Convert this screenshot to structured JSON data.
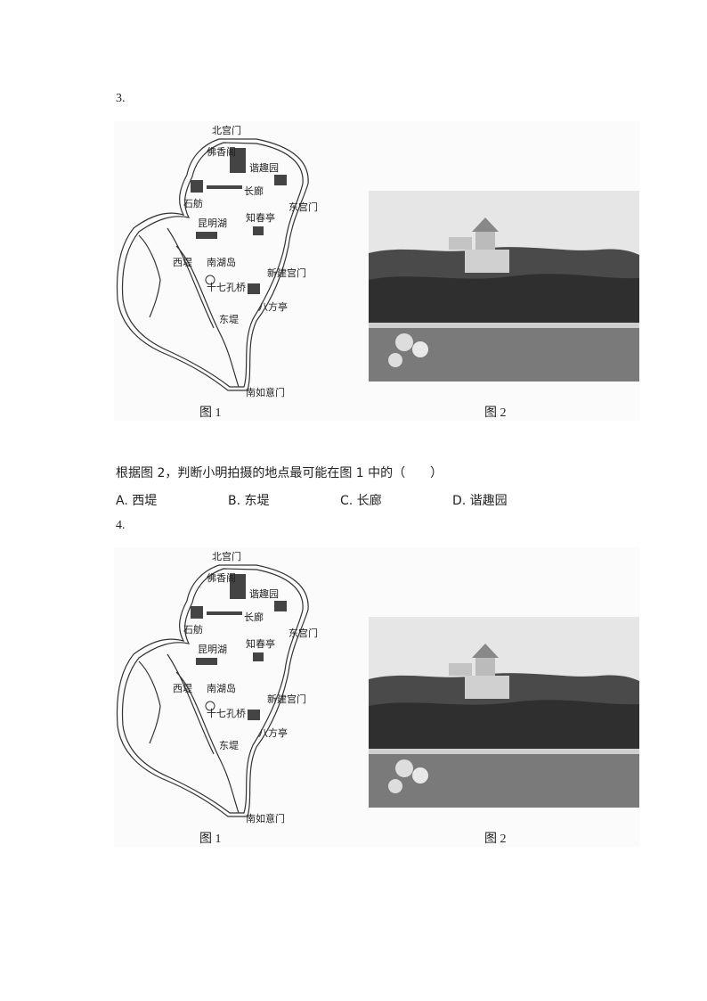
{
  "q3": {
    "number": "3.",
    "fig1_caption": "图 1",
    "fig2_caption": "图 2",
    "stem": "根据图 2，判断小明拍摄的地点最可能在图 1 中的（　　）",
    "options": [
      {
        "label": "A. 西堤"
      },
      {
        "label": "B. 东堤"
      },
      {
        "label": "C. 长廊"
      },
      {
        "label": "D. 谐趣园"
      }
    ]
  },
  "q4": {
    "number": "4.",
    "fig1_caption": "图 1",
    "fig2_caption": "图 2"
  },
  "map_labels": {
    "north_gate": "北宫门",
    "foxiangge": "佛香阁",
    "xiequyuan": "谐趣园",
    "changlang": "长廊",
    "shifang": "石舫",
    "east_gate": "东宫门",
    "kunminghu": "昆明湖",
    "zhichunting": "知春亭",
    "xidi": "西堤",
    "nanhudao": "南湖岛",
    "shiqikongqiao": "十七孔桥",
    "xinjiangongmen": "新建宫门",
    "dongdi": "东堤",
    "bafangting": "八方亭",
    "nanruyimen": "南如意门"
  }
}
